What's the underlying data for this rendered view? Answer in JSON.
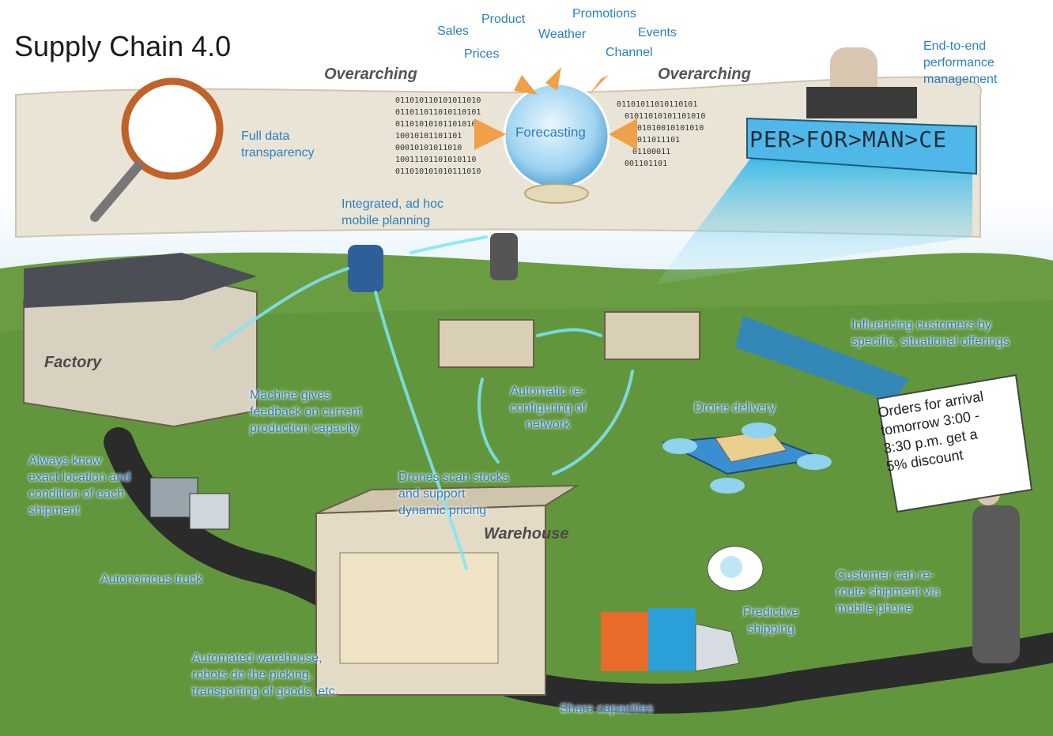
{
  "title": "Supply Chain 4.0",
  "overarching_left": "Overarching",
  "overarching_right": "Overarching",
  "forecast_inputs": {
    "sales": "Sales",
    "product": "Product",
    "promotions": "Promotions",
    "weather": "Weather",
    "events": "Events",
    "prices": "Prices",
    "channel": "Channel"
  },
  "forecasting": "Forecasting",
  "full_data": [
    "Full data",
    "transparency"
  ],
  "end_to_end": [
    "End-to-end",
    "performance",
    "management"
  ],
  "performance_banner": "PER>FOR>MAN>CE",
  "mobile_planning": [
    "Integrated, ad hoc",
    "mobile planning"
  ],
  "factory": "Factory",
  "warehouse": "Warehouse",
  "machine_feedback": [
    "Machine gives",
    "feedback on current",
    "production capacity"
  ],
  "always_know": [
    "Always know",
    "exact location and",
    "condition of each",
    "shipment"
  ],
  "autonomous_truck": "Autonomous truck",
  "auto_reconfig": [
    "Automatic re-",
    "configuring of",
    "network"
  ],
  "drones_scan": [
    "Drones scan stocks",
    "and support",
    "dynamic pricing"
  ],
  "drone_delivery": "Drone delivery",
  "influencing": [
    "Influencing customers by",
    "specific, situational offerings"
  ],
  "orders_sign": [
    "Orders for arrival",
    "tomorrow 3:00 -",
    "3:30 p.m. get a",
    "5% discount"
  ],
  "customer_reroute": [
    "Customer can re-",
    "route shipment via",
    "mobile phone"
  ],
  "predictive": [
    "Predictive",
    "shipping"
  ],
  "automated_warehouse": [
    "Automated warehouse,",
    "robots do the picking,",
    "transporting of goods, etc."
  ],
  "share_capacities": "Share capacities",
  "colors": {
    "label_blue": "#2a7fc1",
    "grass": "#5b8f3a",
    "sky": "#bfe0f2",
    "road": "#2b2b2b",
    "glow": "#7fe6f5"
  }
}
